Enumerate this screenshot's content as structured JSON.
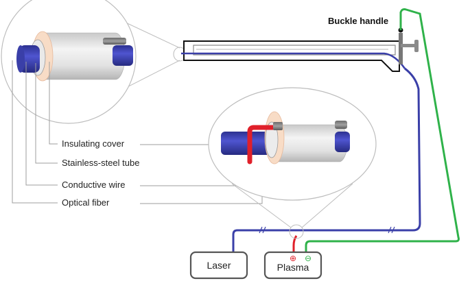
{
  "labels": {
    "buckle_handle": "Buckle handle",
    "insulating_cover": "Insulating cover",
    "stainless_steel_tube": "Stainless-steel tube",
    "conductive_wire": "Conductive wire",
    "optical_fiber": "Optical fiber"
  },
  "devices": {
    "laser": "Laser",
    "plasma": "Plasma",
    "plus_symbol": "⊕",
    "minus_symbol": "⊖"
  },
  "colors": {
    "fiber_blue": "#3a3fa8",
    "wire_red": "#e0202a",
    "ground_green": "#2fb24a",
    "insulator_peach": "#f8dcc6",
    "tube_grey": "#d9d9d9"
  }
}
